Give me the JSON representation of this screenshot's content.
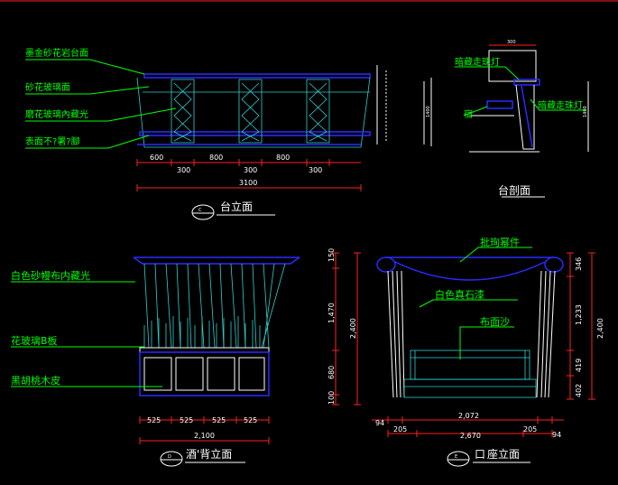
{
  "views": {
    "bar_front": {
      "title": "台立面",
      "callouts": [
        "墨金砂花岩台面",
        "砂花玻璃面",
        "磨花玻璃內藏光",
        "表面不?署?腳"
      ],
      "dims": [
        "600",
        "300",
        "800",
        "300",
        "800",
        "300",
        "3100"
      ]
    },
    "bar_section": {
      "title": "台剖面",
      "callouts": [
        "暗藏走珠灯",
        "暗藏走珠灯",
        "宿"
      ],
      "dims": [
        "300",
        "1400"
      ]
    },
    "wine_back": {
      "title": "酒'背立面",
      "callouts": [
        "白色砂幔布内藏光",
        "花玻璃B板",
        "黑胡桃木皮"
      ],
      "dims_bottom": [
        "525",
        "525",
        "525",
        "525",
        "2,100"
      ],
      "dims_right": [
        "150",
        "1,470",
        "680",
        "100",
        "2,400"
      ]
    },
    "booth": {
      "title": "座立面",
      "title_prefix": "口",
      "callouts": [
        "批珣幂件",
        "白色真石漆",
        "布面沙"
      ],
      "dims_bottom_inner": [
        "94",
        "2,072",
        "94"
      ],
      "dims_bottom_outer": [
        "205",
        "2,670",
        "205"
      ],
      "dims_right": [
        "346",
        "1,233",
        "419",
        "402",
        "2,400"
      ]
    }
  },
  "colors": {
    "background": "#000000",
    "callout": "#00ff00",
    "structure": "#2a2aff",
    "dimension": "#ff2020",
    "text": "#ffffff"
  }
}
